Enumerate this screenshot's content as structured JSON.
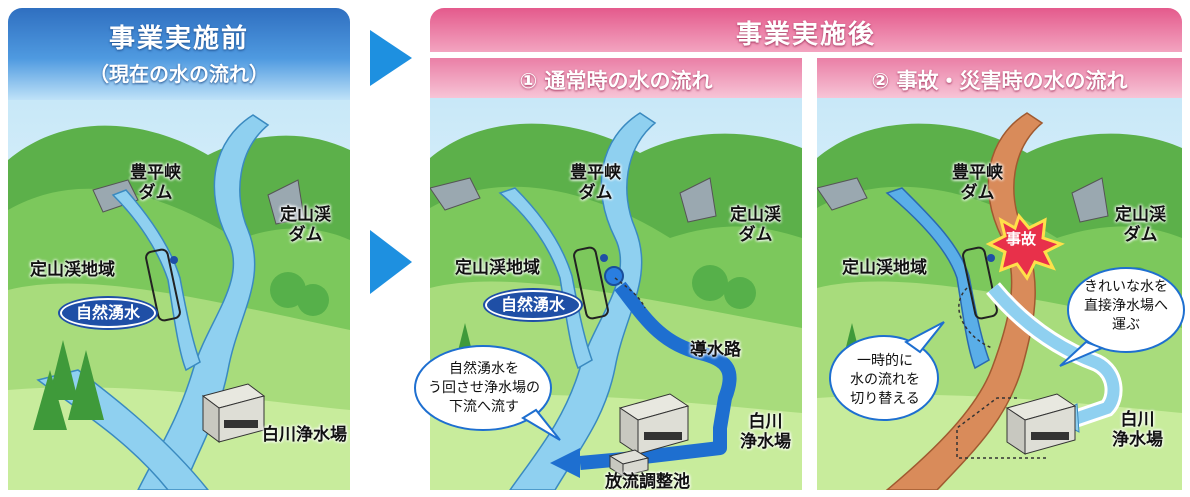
{
  "header_before": {
    "title": "事業実施前",
    "subtitle": "（現在の水の流れ）"
  },
  "header_after": {
    "title": "事業実施後"
  },
  "panel2": {
    "title": "① 通常時の水の流れ"
  },
  "panel3": {
    "title": "② 事故・災害時の水の流れ"
  },
  "labels": {
    "houheikyo_dam": "豊平峡\nダム",
    "jozankei_dam": "定山渓\nダム",
    "jozankei_area": "定山渓地域",
    "spring_water": "自然湧水",
    "shirakawa_plant": "白川浄水場",
    "shirakawa_plant_2line": "白川\n浄水場",
    "conduit": "導水路",
    "discharge_pond": "放流調整池",
    "accident": "事故"
  },
  "bubbles": {
    "panel2": "自然湧水を\nう回させ浄水場の\n下流へ流す",
    "panel3_left": "一時的に\n水の流れを\n切り替える",
    "panel3_right": "きれいな水を\n直接浄水場へ\n運ぶ"
  },
  "colors": {
    "before_header": "#2f6fc0",
    "after_header": "#e45a8c",
    "river": "#8fd0f0",
    "conduit": "#1e6fd0",
    "accident_flow": "#d98b5a",
    "accident_burst": "#e8304a",
    "arrow": "#1e90e0"
  },
  "icons": {
    "transition_arrow": "play-triangle-icon",
    "accident_burst": "explosion-burst-icon"
  }
}
